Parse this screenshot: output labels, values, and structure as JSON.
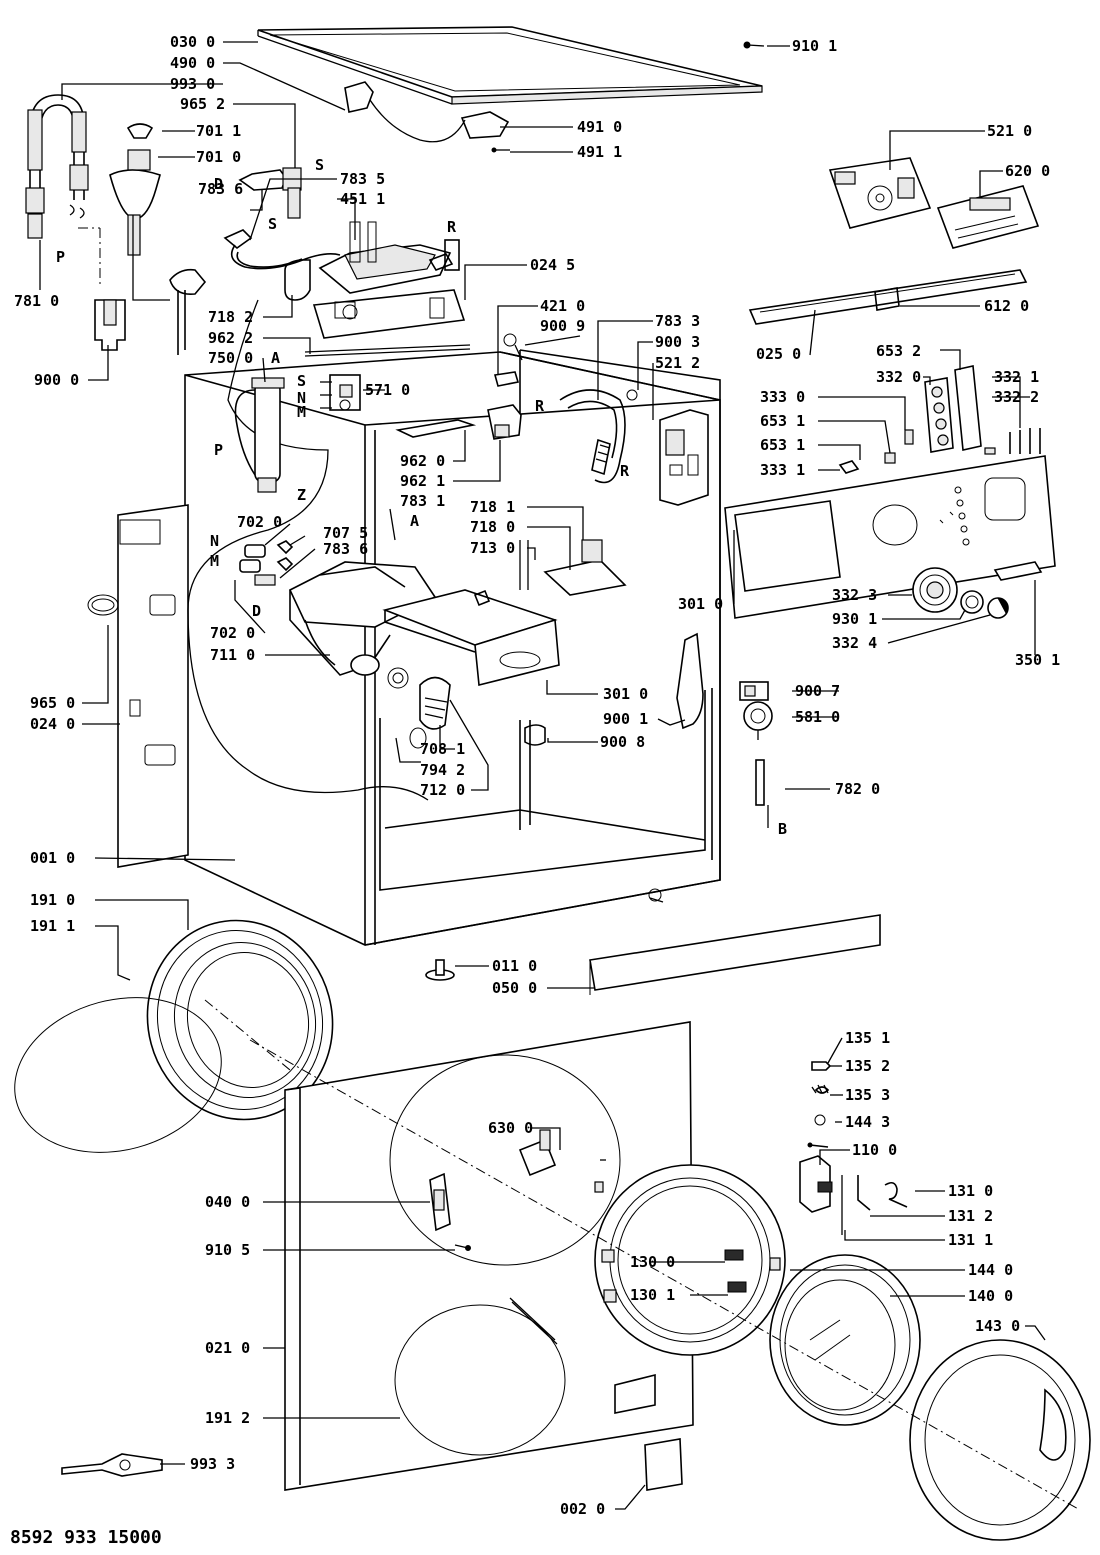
{
  "footer_code": "8592 933 15000",
  "letters": {
    "P1": "P",
    "P2": "P",
    "D1": "D",
    "D2": "D",
    "S1": "S",
    "S2": "S",
    "S3": "S",
    "R1": "R",
    "R2": "R",
    "R3": "R",
    "A1": "A",
    "A2": "A",
    "Z": "Z",
    "N1": "N",
    "M1": "M",
    "N2": "N",
    "M2": "M",
    "B": "B"
  },
  "callouts": [
    {
      "id": "030-0",
      "text": "030 0"
    },
    {
      "id": "490-0",
      "text": "490 0"
    },
    {
      "id": "993-0",
      "text": "993 0"
    },
    {
      "id": "965-2",
      "text": "965 2"
    },
    {
      "id": "701-1",
      "text": "701 1"
    },
    {
      "id": "701-0",
      "text": "701 0"
    },
    {
      "id": "910-1",
      "text": "910 1"
    },
    {
      "id": "491-0",
      "text": "491 0"
    },
    {
      "id": "491-1",
      "text": "491 1"
    },
    {
      "id": "521-0",
      "text": "521 0"
    },
    {
      "id": "620-0",
      "text": "620 0"
    },
    {
      "id": "783-5",
      "text": "783 5"
    },
    {
      "id": "451-1",
      "text": "451 1"
    },
    {
      "id": "783-6a",
      "text": "783 6"
    },
    {
      "id": "024-5",
      "text": "024 5"
    },
    {
      "id": "781-0",
      "text": "781 0"
    },
    {
      "id": "718-2",
      "text": "718 2"
    },
    {
      "id": "962-2",
      "text": "962 2"
    },
    {
      "id": "750-0",
      "text": "750 0"
    },
    {
      "id": "900-0",
      "text": "900 0"
    },
    {
      "id": "421-0",
      "text": "421 0"
    },
    {
      "id": "900-9",
      "text": "900 9"
    },
    {
      "id": "783-3",
      "text": "783 3"
    },
    {
      "id": "900-3",
      "text": "900 3"
    },
    {
      "id": "521-2",
      "text": "521 2"
    },
    {
      "id": "612-0",
      "text": "612 0"
    },
    {
      "id": "025-0",
      "text": "025 0"
    },
    {
      "id": "653-2",
      "text": "653 2"
    },
    {
      "id": "332-0",
      "text": "332 0"
    },
    {
      "id": "332-1",
      "text": "332 1"
    },
    {
      "id": "332-2",
      "text": "332 2"
    },
    {
      "id": "333-0",
      "text": "333 0"
    },
    {
      "id": "653-1a",
      "text": "653 1"
    },
    {
      "id": "653-1b",
      "text": "653 1"
    },
    {
      "id": "333-1",
      "text": "333 1"
    },
    {
      "id": "571-0",
      "text": "571 0"
    },
    {
      "id": "962-0",
      "text": "962 0"
    },
    {
      "id": "962-1",
      "text": "962 1"
    },
    {
      "id": "783-1",
      "text": "783 1"
    },
    {
      "id": "702-0a",
      "text": "702 0"
    },
    {
      "id": "707-5",
      "text": "707 5"
    },
    {
      "id": "783-6b",
      "text": "783 6"
    },
    {
      "id": "718-1",
      "text": "718 1"
    },
    {
      "id": "718-0",
      "text": "718 0"
    },
    {
      "id": "713-0",
      "text": "713 0"
    },
    {
      "id": "702-0b",
      "text": "702 0"
    },
    {
      "id": "711-0",
      "text": "711 0"
    },
    {
      "id": "301-0a",
      "text": "301 0"
    },
    {
      "id": "332-3",
      "text": "332 3"
    },
    {
      "id": "930-1",
      "text": "930 1"
    },
    {
      "id": "332-4",
      "text": "332 4"
    },
    {
      "id": "350-1",
      "text": "350 1"
    },
    {
      "id": "965-0",
      "text": "965 0"
    },
    {
      "id": "024-0",
      "text": "024 0"
    },
    {
      "id": "301-0b",
      "text": "301 0"
    },
    {
      "id": "900-1",
      "text": "900 1"
    },
    {
      "id": "900-7",
      "text": "900 7"
    },
    {
      "id": "581-0",
      "text": "581 0"
    },
    {
      "id": "708-1",
      "text": "708 1"
    },
    {
      "id": "794-2",
      "text": "794 2"
    },
    {
      "id": "712-0",
      "text": "712 0"
    },
    {
      "id": "900-8",
      "text": "900 8"
    },
    {
      "id": "782-0",
      "text": "782 0"
    },
    {
      "id": "001-0",
      "text": "001 0"
    },
    {
      "id": "191-0",
      "text": "191 0"
    },
    {
      "id": "191-1",
      "text": "191 1"
    },
    {
      "id": "011-0",
      "text": "011 0"
    },
    {
      "id": "050-0",
      "text": "050 0"
    },
    {
      "id": "135-1",
      "text": "135 1"
    },
    {
      "id": "135-2",
      "text": "135 2"
    },
    {
      "id": "135-3",
      "text": "135 3"
    },
    {
      "id": "144-3",
      "text": "144 3"
    },
    {
      "id": "110-0",
      "text": "110 0"
    },
    {
      "id": "630-0",
      "text": "630 0"
    },
    {
      "id": "131-0",
      "text": "131 0"
    },
    {
      "id": "131-2",
      "text": "131 2"
    },
    {
      "id": "131-1",
      "text": "131 1"
    },
    {
      "id": "040-0",
      "text": "040 0"
    },
    {
      "id": "130-0",
      "text": "130 0"
    },
    {
      "id": "130-1",
      "text": "130 1"
    },
    {
      "id": "144-0",
      "text": "144 0"
    },
    {
      "id": "910-5",
      "text": "910 5"
    },
    {
      "id": "140-0",
      "text": "140 0"
    },
    {
      "id": "143-0",
      "text": "143 0"
    },
    {
      "id": "021-0",
      "text": "021 0"
    },
    {
      "id": "191-2",
      "text": "191 2"
    },
    {
      "id": "993-3",
      "text": "993 3"
    },
    {
      "id": "002-0",
      "text": "002 0"
    }
  ]
}
